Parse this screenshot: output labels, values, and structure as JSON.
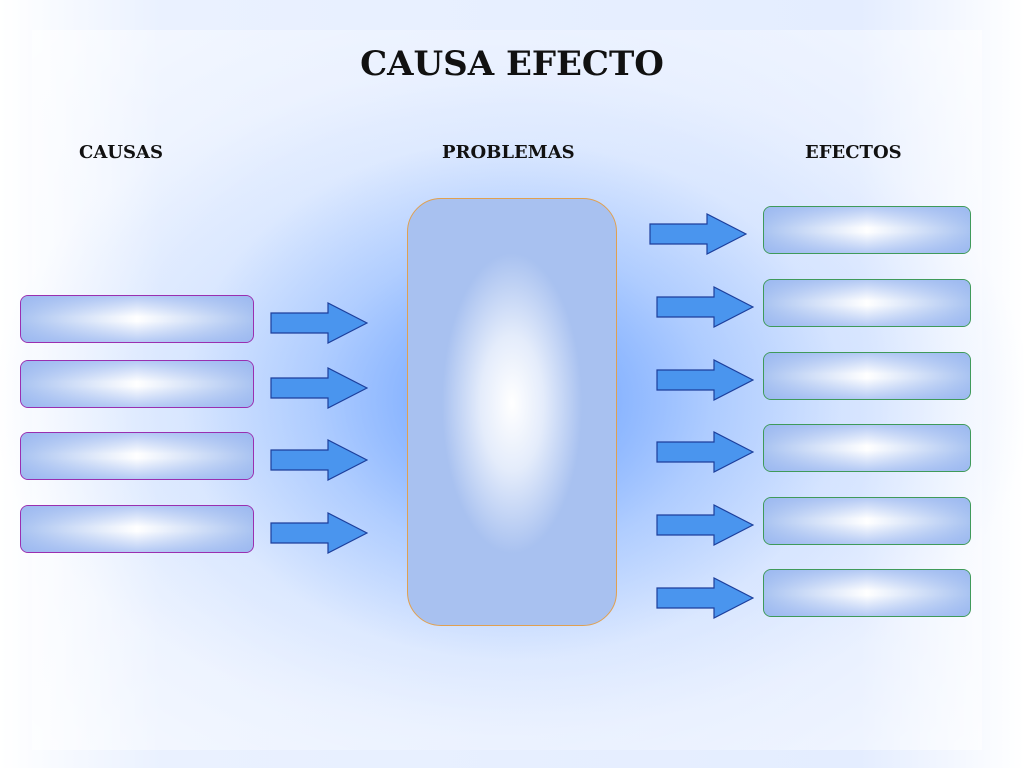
{
  "title": "CAUSA EFECTO",
  "headers": {
    "causes": "CAUSAS",
    "problems": "PROBLEMAS",
    "effects": "EFECTOS"
  },
  "cause_box_count": 4,
  "effect_box_count": 6,
  "colors": {
    "cause_border": "#9a2fb0",
    "effect_border": "#3f9a5a",
    "problem_border": "#e0a050",
    "arrow_fill": "#4a95ee",
    "arrow_stroke": "#1d3f9c"
  }
}
